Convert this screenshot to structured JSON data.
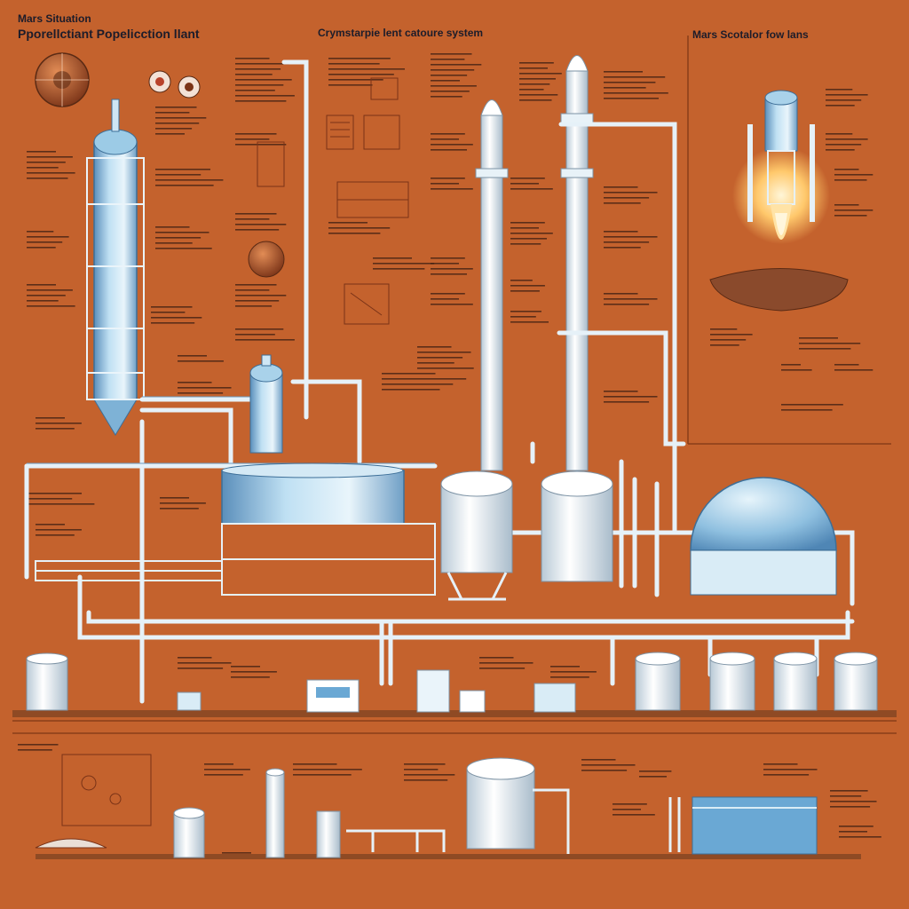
{
  "titles": {
    "left_line1": "Mars Situation",
    "left_line2": "Pporellctiant Popelicction llant",
    "center": "Crymstarpie lent catoure system",
    "right": "Mars Scotalor fow lans"
  },
  "colors": {
    "background": "#c4622d",
    "equipment_light": "#eaf4fa",
    "equipment_mid": "#a9d2ea",
    "equipment_dark": "#5b8fbb",
    "pipe": "#dfeef7",
    "text_lines": "#3a1e12",
    "glow": "#ffd27a"
  },
  "icons": [
    "planet-icon",
    "sample-dish-icon",
    "rocket-engine-icon",
    "flame-icon"
  ]
}
